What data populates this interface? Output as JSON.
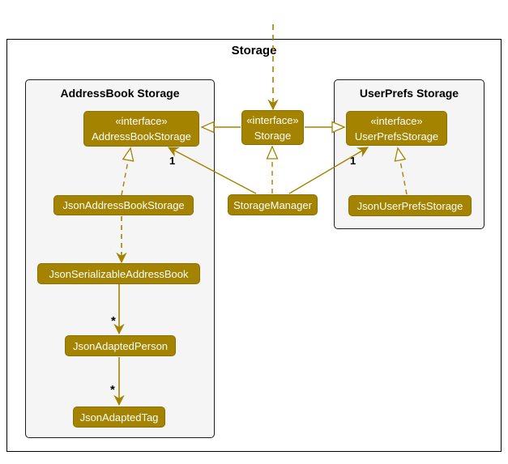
{
  "frame": {
    "title": "Storage"
  },
  "colors": {
    "node_fill": "#A38300",
    "node_text": "#FFFFFF",
    "edge": "#A38300",
    "container_fill": "#F5F5F5",
    "frame_border": "#000000"
  },
  "containers": {
    "addressBook": {
      "title": "AddressBook Storage"
    },
    "userPrefs": {
      "title": "UserPrefs Storage"
    }
  },
  "nodes": {
    "addressBookStorage": {
      "stereotype": "«interface»",
      "name": "AddressBookStorage"
    },
    "storage": {
      "stereotype": "«interface»",
      "name": "Storage"
    },
    "userPrefsStorage": {
      "stereotype": "«interface»",
      "name": "UserPrefsStorage"
    },
    "storageManager": {
      "name": "StorageManager"
    },
    "jsonAddressBookStorage": {
      "name": "JsonAddressBookStorage"
    },
    "jsonSerializableAddressBook": {
      "name": "JsonSerializableAddressBook"
    },
    "jsonAdaptedPerson": {
      "name": "JsonAdaptedPerson"
    },
    "jsonAdaptedTag": {
      "name": "JsonAdaptedTag"
    },
    "jsonUserPrefsStorage": {
      "name": "JsonUserPrefsStorage"
    }
  },
  "multiplicities": {
    "managerToAddressBookStorage": "1",
    "managerToUserPrefsStorage": "1",
    "serializableToPerson": "*",
    "personToTag": "*"
  },
  "edges": [
    {
      "from": "external-above-frame",
      "to": "storage",
      "type": "dashed-dependency-arrow"
    },
    {
      "from": "storage",
      "to": "addressBookStorage",
      "type": "extends-hollow-triangle"
    },
    {
      "from": "storage",
      "to": "userPrefsStorage",
      "type": "extends-hollow-triangle"
    },
    {
      "from": "storageManager",
      "to": "storage",
      "type": "implements-dashed-hollow-triangle"
    },
    {
      "from": "storageManager",
      "to": "addressBookStorage",
      "type": "association-arrow",
      "multiplicity": "1"
    },
    {
      "from": "storageManager",
      "to": "userPrefsStorage",
      "type": "association-arrow",
      "multiplicity": "1"
    },
    {
      "from": "jsonAddressBookStorage",
      "to": "addressBookStorage",
      "type": "implements-dashed-hollow-triangle"
    },
    {
      "from": "jsonAddressBookStorage",
      "to": "jsonSerializableAddressBook",
      "type": "dashed-dependency-arrow"
    },
    {
      "from": "jsonSerializableAddressBook",
      "to": "jsonAdaptedPerson",
      "type": "association-arrow",
      "multiplicity": "*"
    },
    {
      "from": "jsonAdaptedPerson",
      "to": "jsonAdaptedTag",
      "type": "association-arrow",
      "multiplicity": "*"
    },
    {
      "from": "jsonUserPrefsStorage",
      "to": "userPrefsStorage",
      "type": "implements-dashed-hollow-triangle"
    }
  ]
}
